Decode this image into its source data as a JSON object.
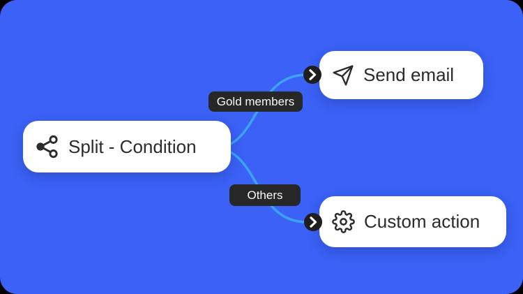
{
  "canvas": {
    "background_color": "#3B61F6",
    "connector_color": "#3CA4F2",
    "node_background_color": "#FFFFFF",
    "node_text_color": "#2B2B2B",
    "pill_background_color": "#272727",
    "pill_text_color": "#FAFAFA",
    "port_background_color": "#1E1E1E"
  },
  "nodes": {
    "split": {
      "label": "Split - Condition",
      "icon": "split-branch-icon"
    },
    "send": {
      "label": "Send email",
      "icon": "send-paper-plane-icon"
    },
    "custom": {
      "label": "Custom action",
      "icon": "gear-icon"
    }
  },
  "branch_labels": {
    "gold": "Gold members",
    "others": "Others"
  }
}
